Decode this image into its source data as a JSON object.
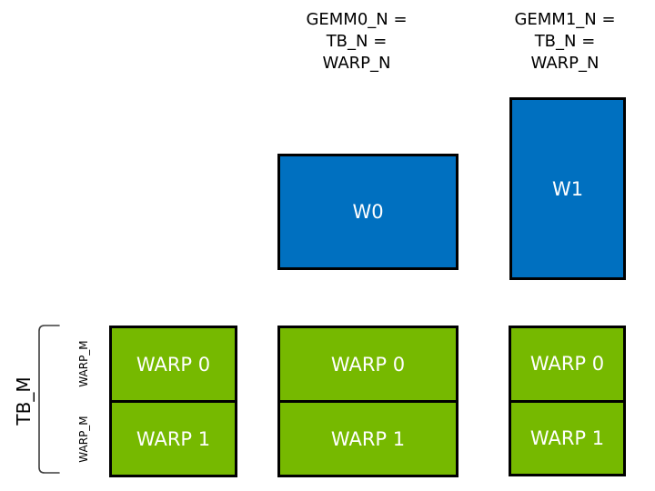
{
  "colors": {
    "tile_blue": "#0070C0",
    "tile_green": "#76B900",
    "outline_black": "#000000",
    "header_text": "#000000",
    "tile_text": "#FFFFFF"
  },
  "column_headers": [
    {
      "lines": [
        "GEMM0_N =",
        "TB_N =",
        "WARP_N"
      ]
    },
    {
      "lines": [
        "GEMM1_N =",
        "TB_N =",
        "WARP_N"
      ]
    }
  ],
  "blue_tiles": [
    {
      "label": "W0"
    },
    {
      "label": "W1"
    }
  ],
  "green_groups": [
    {
      "rows": [
        "WARP 0",
        "WARP 1"
      ]
    },
    {
      "rows": [
        "WARP 0",
        "WARP 1"
      ]
    },
    {
      "rows": [
        "WARP 0",
        "WARP 1"
      ]
    }
  ],
  "left_axis": {
    "tb_label": "TB_M",
    "warp_labels": [
      "WARP_M",
      "WARP_M"
    ]
  }
}
